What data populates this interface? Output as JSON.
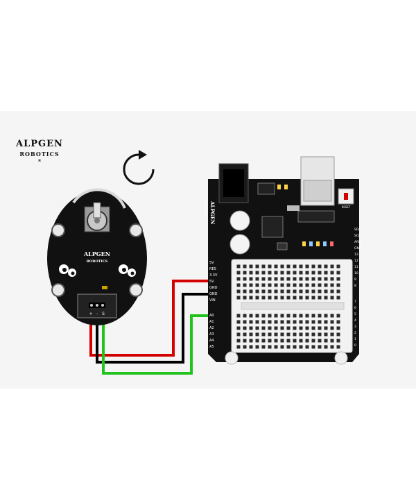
{
  "brand": {
    "name": "ALPGEN",
    "subtitle": "ROBOTICS",
    "mark": "*"
  },
  "module": {
    "brand_name": "ALPGEN",
    "brand_subtitle": "ROBOTICS",
    "pin_labels": [
      "+",
      "-",
      "S"
    ]
  },
  "board": {
    "brand_name": "ALPGEN",
    "brand_subtitle": "ROBOTICS",
    "reset_label": "RESET",
    "left_pins": [
      "5V",
      "RES",
      "3.3V",
      "5V",
      "GND",
      "GND",
      "VIN",
      "A0",
      "A1",
      "A2",
      "A3",
      "A4",
      "A5"
    ],
    "right_pins": [
      "SDA",
      "SCL",
      "AREF",
      "GND",
      "13",
      "12",
      "11",
      "10",
      "9",
      "8",
      "7",
      "6",
      "5",
      "4",
      "3",
      "2",
      "1",
      "0"
    ]
  },
  "icons": {
    "rotate": "rotate-clockwise-icon"
  },
  "colors": {
    "wire_vcc": "#d40000",
    "wire_gnd": "#000000",
    "wire_signal": "#22c31e",
    "pcb": "#111111",
    "breadboard": "#f2f2f2"
  }
}
